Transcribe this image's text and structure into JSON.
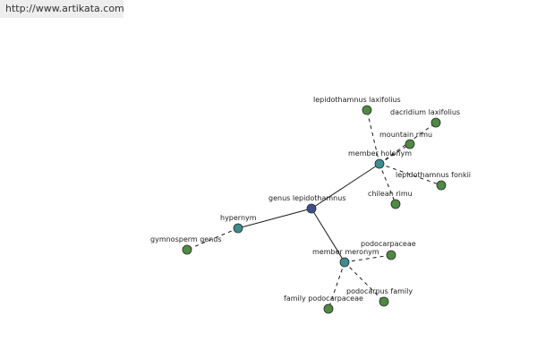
{
  "site_url": "http://www.artikata.com",
  "colors": {
    "root": "#3b4f8c",
    "relation": "#3d8c8e",
    "leaf": "#4f8a43",
    "edge": "#1a1a1a",
    "node_stroke": "#2a2a2a"
  },
  "graph": {
    "nodes": [
      {
        "id": "genus",
        "label": "genus lepidothamnus",
        "kind": "root"
      },
      {
        "id": "hypernym",
        "label": "hypernym",
        "kind": "relation"
      },
      {
        "id": "holonym",
        "label": "member holonym",
        "kind": "relation"
      },
      {
        "id": "meronym",
        "label": "member meronym",
        "kind": "relation"
      },
      {
        "id": "gymno",
        "label": "gymnosperm genus",
        "kind": "leaf"
      },
      {
        "id": "laxifolius",
        "label": "lepidothamnus laxifolius",
        "kind": "leaf"
      },
      {
        "id": "dacridium",
        "label": "dacridium laxifolius",
        "kind": "leaf"
      },
      {
        "id": "rimu",
        "label": "mountain rimu",
        "kind": "leaf"
      },
      {
        "id": "fonkii",
        "label": "lepidothamnus fonkii",
        "kind": "leaf"
      },
      {
        "id": "chilean",
        "label": "chilean rimu",
        "kind": "leaf"
      },
      {
        "id": "podocarpaceae",
        "label": "podocarpaceae",
        "kind": "leaf"
      },
      {
        "id": "podfamily",
        "label": "podocarpus family",
        "kind": "leaf"
      },
      {
        "id": "famPod",
        "label": "family podocarpaceae",
        "kind": "leaf"
      }
    ],
    "edges": [
      {
        "from": "genus",
        "to": "hypernym",
        "style": "solid"
      },
      {
        "from": "genus",
        "to": "holonym",
        "style": "solid"
      },
      {
        "from": "genus",
        "to": "meronym",
        "style": "solid"
      },
      {
        "from": "hypernym",
        "to": "gymno",
        "style": "dashed"
      },
      {
        "from": "holonym",
        "to": "laxifolius",
        "style": "dashed"
      },
      {
        "from": "holonym",
        "to": "dacridium",
        "style": "dashed"
      },
      {
        "from": "holonym",
        "to": "rimu",
        "style": "dashed"
      },
      {
        "from": "holonym",
        "to": "fonkii",
        "style": "dashed"
      },
      {
        "from": "holonym",
        "to": "chilean",
        "style": "dashed"
      },
      {
        "from": "meronym",
        "to": "podocarpaceae",
        "style": "dashed"
      },
      {
        "from": "meronym",
        "to": "podfamily",
        "style": "dashed"
      },
      {
        "from": "meronym",
        "to": "famPod",
        "style": "dashed"
      }
    ]
  }
}
